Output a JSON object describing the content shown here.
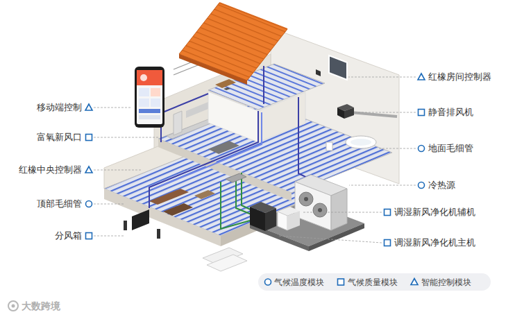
{
  "diagram": {
    "labels": [
      "移动端控制",
      "富氧新风口",
      "红橡中央控制器",
      "顶部毛细管",
      "分风箱",
      "红橡房间控制器",
      "静音排风机",
      "地面毛细管",
      "冷热源",
      "调湿新风净化机辅机",
      "调湿新风净化机主机",
      "大数跨境"
    ],
    "legend": [
      {
        "text": "气候温度模块"
      },
      {
        "text": "气候质量模块"
      },
      {
        "text": "智能控制模块"
      }
    ]
  }
}
